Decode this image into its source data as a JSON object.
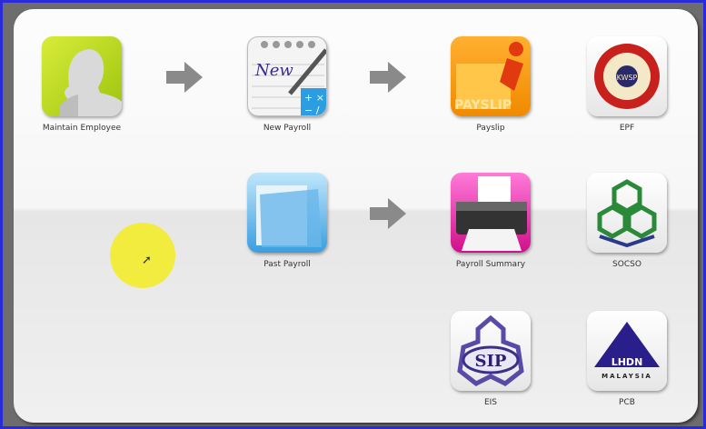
{
  "tiles": [
    {
      "label": "Maintain Employee",
      "icon": "employee-silhouette-icon"
    },
    {
      "label": "New Payroll",
      "icon": "notepad-new-icon",
      "icon_text": "New"
    },
    {
      "label": "Payslip",
      "icon": "payslip-folder-icon",
      "icon_text": "PAYSLIP"
    },
    {
      "label": "EPF",
      "icon": "epf-logo-icon",
      "icon_text": "KWSP"
    },
    {
      "label": "Past Payroll",
      "icon": "folder-icon"
    },
    {
      "label": "Payroll Summary",
      "icon": "printer-icon"
    },
    {
      "label": "SOCSO",
      "icon": "socso-logo-icon"
    },
    {
      "label": "EIS",
      "icon": "sip-logo-icon",
      "icon_text": "SIP"
    },
    {
      "label": "PCB",
      "icon": "lhdn-logo-icon",
      "icon_text": "LHDN",
      "icon_subtext": "MALAYSIA"
    }
  ],
  "colors": {
    "border": "#2a2ad8",
    "arrow": "#8a8a8a",
    "highlight": "#f2ec2a"
  }
}
